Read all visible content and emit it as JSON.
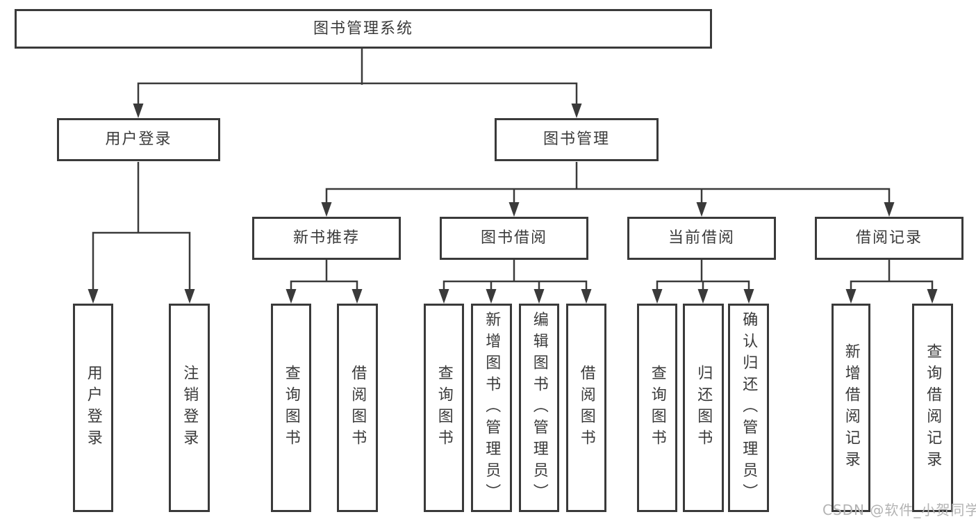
{
  "tree": {
    "label": "图书管理系统",
    "children": [
      {
        "label": "用户登录",
        "children": [
          {
            "label": "用户登录"
          },
          {
            "label": "注销登录"
          }
        ]
      },
      {
        "label": "图书管理",
        "children": [
          {
            "label": "新书推荐",
            "children": [
              {
                "label": "查询图书"
              },
              {
                "label": "借阅图书"
              }
            ]
          },
          {
            "label": "图书借阅",
            "children": [
              {
                "label": "查询图书"
              },
              {
                "label": "新增图书（管理员）"
              },
              {
                "label": "编辑图书（管理员）"
              },
              {
                "label": "借阅图书"
              }
            ]
          },
          {
            "label": "当前借阅",
            "children": [
              {
                "label": "查询图书"
              },
              {
                "label": "归还图书"
              },
              {
                "label": "确认归还（管理员）"
              }
            ]
          },
          {
            "label": "借阅记录",
            "children": [
              {
                "label": "新增借阅记录"
              },
              {
                "label": "查询借阅记录"
              }
            ]
          }
        ]
      }
    ]
  },
  "watermark": {
    "text": "CSDN @软件_小贺同学"
  },
  "colors": {
    "line": "#3a3a3a",
    "text": "#3a3a3a",
    "watermark": "#b3b3b3",
    "background": "#ffffff"
  }
}
